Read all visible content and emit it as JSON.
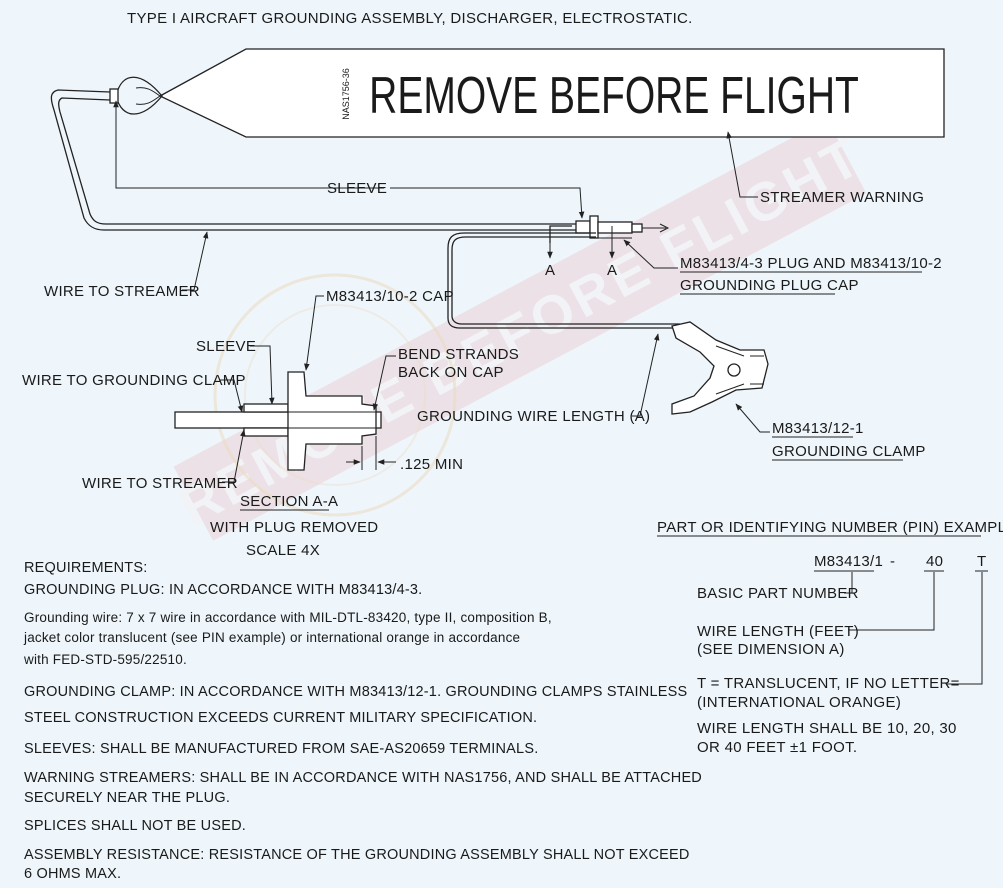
{
  "title": "TYPE I AIRCRAFT GROUNDING ASSEMBLY, DISCHARGER, ELECTROSTATIC.",
  "streamer": {
    "text": "REMOVE BEFORE FLIGHT",
    "nas_code": "NAS1756-36",
    "watermark": "REMOVE BEFORE FLIGHT"
  },
  "labels": {
    "sleeve_top": "SLEEVE",
    "streamer_warning": "STREAMER WARNING",
    "wire_to_streamer_top": "WIRE TO STREAMER",
    "section_a_left": "A",
    "section_a_right": "A",
    "plug_line1": "M83413/4-3 PLUG AND M83413/10-2",
    "plug_line2": "GROUNDING PLUG CAP",
    "cap": "M83413/10-2 CAP",
    "sleeve_section": "SLEEVE",
    "bend_line1": "BEND STRANDS",
    "bend_line2": "BACK ON CAP",
    "wire_to_clamp": "WIRE TO GROUNDING CLAMP",
    "ground_wire_length": "GROUNDING WIRE LENGTH (A)",
    "min_gap": ".125 MIN",
    "wire_to_streamer_section": "WIRE TO STREAMER",
    "clamp_line1": "M83413/12-1",
    "clamp_line2": "GROUNDING CLAMP",
    "section_title": "SECTION A-A",
    "section_sub1": "WITH PLUG REMOVED",
    "section_sub2": "SCALE 4X"
  },
  "requirements": {
    "heading": "REQUIREMENTS:",
    "plug": "GROUNDING PLUG: IN ACCORDANCE WITH M83413/4-3.",
    "wire_1": "Grounding wire: 7 x 7 wire in accordance with MIL-DTL-83420, type II, composition B,",
    "wire_2": "jacket color translucent (see PIN example) or international orange in accordance",
    "wire_3": "with FED-STD-595/22510.",
    "clamp_1": "GROUNDING CLAMP: IN ACCORDANCE WITH M83413/12-1. GROUNDING CLAMPS STAINLESS",
    "clamp_2": "STEEL CONSTRUCTION EXCEEDS CURRENT MILITARY SPECIFICATION.",
    "sleeves": "SLEEVES: SHALL BE MANUFACTURED FROM SAE-AS20659 TERMINALS.",
    "streamers_1": "WARNING STREAMERS:  SHALL BE IN ACCORDANCE WITH NAS1756, AND SHALL BE ATTACHED",
    "streamers_2": "SECURELY NEAR THE PLUG.",
    "splices": "SPLICES SHALL NOT BE USED.",
    "resistance_1": "ASSEMBLY RESISTANCE:  RESISTANCE OF THE GROUNDING ASSEMBLY SHALL NOT EXCEED",
    "resistance_2": "6 OHMS MAX."
  },
  "pin_example": {
    "heading": "PART OR IDENTIFYING NUMBER (PIN) EXAMPLE:",
    "base": "M83413/1",
    "dash": "-",
    "length": "40",
    "suffix": "T",
    "basic_part": "BASIC PART NUMBER",
    "wire_length_1": "WIRE LENGTH (FEET)",
    "wire_length_2": "(SEE DIMENSION A)",
    "t_1": "T = TRANSLUCENT, IF NO LETTER=",
    "t_2": "(INTERNATIONAL ORANGE)",
    "lengths_1": "WIRE LENGTH SHALL BE 10, 20, 30",
    "lengths_2": "OR 40 FEET ±1 FOOT."
  }
}
